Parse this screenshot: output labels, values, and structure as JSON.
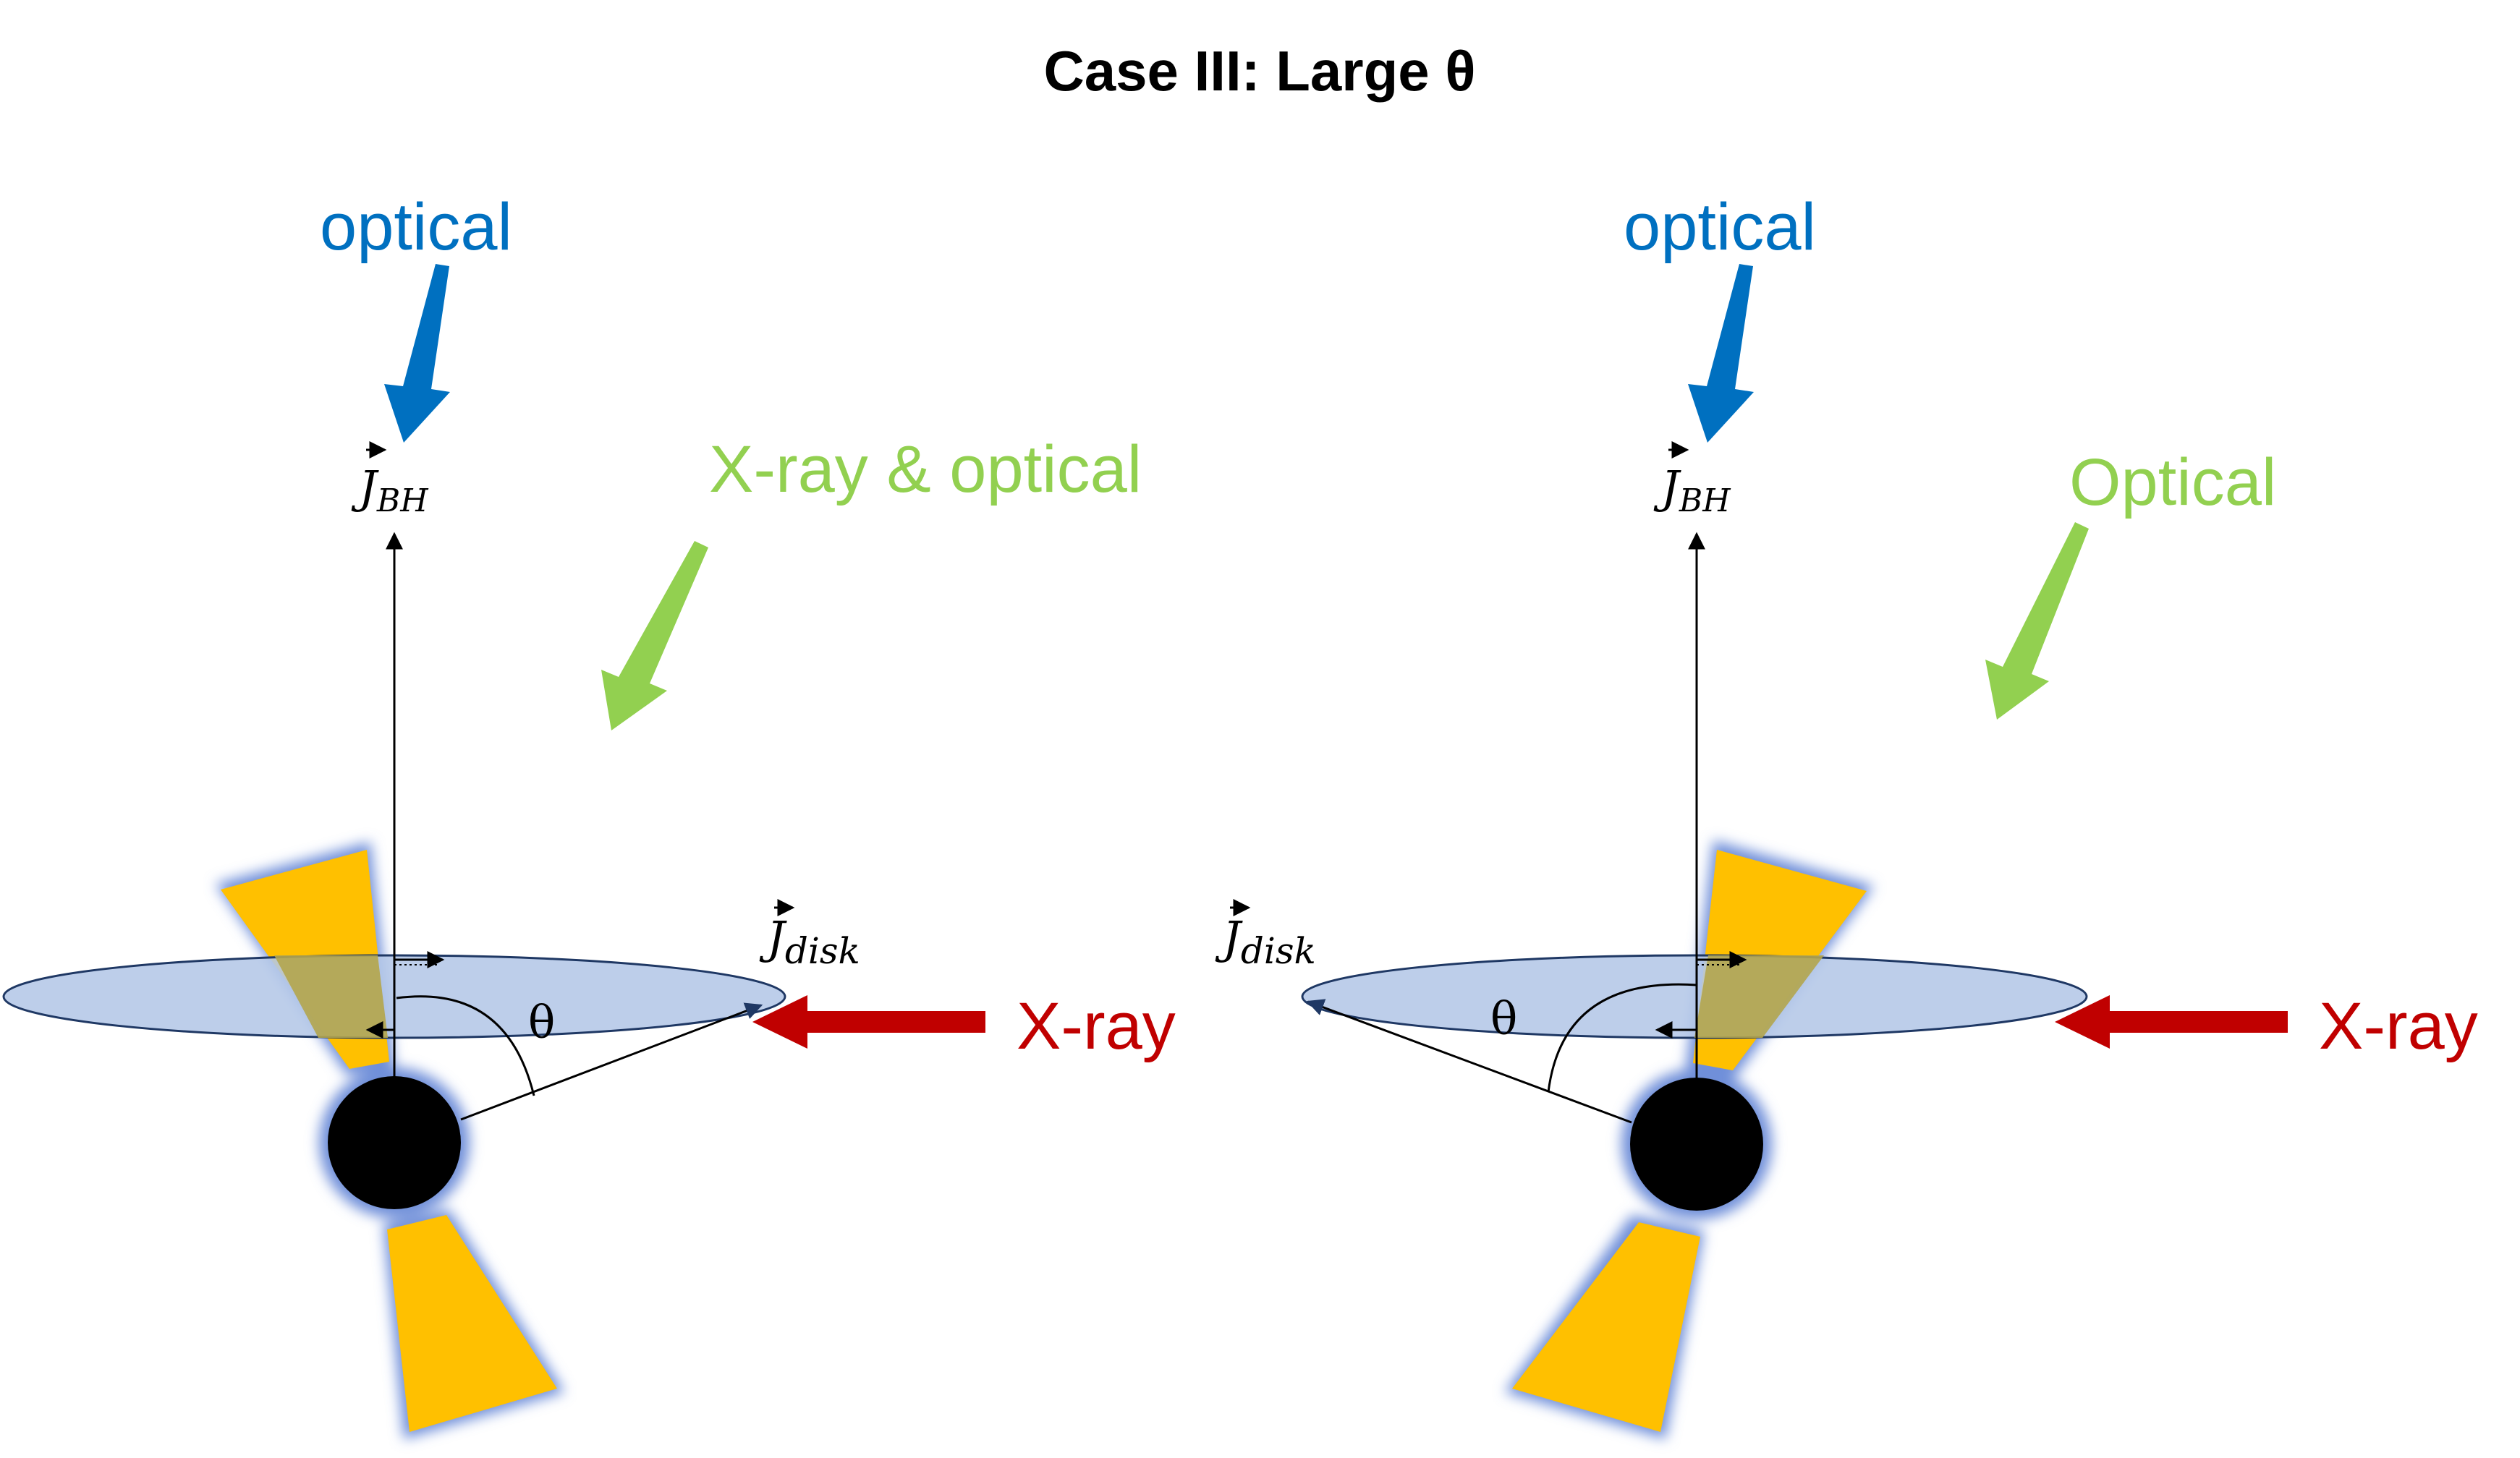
{
  "title": "Case III: Large θ",
  "colors": {
    "optical": "#0070C0",
    "green": "#92D050",
    "xray": "#C00000",
    "jet": "#FFC000",
    "disk": "#B4C7E7",
    "glow": "#6F8FD9",
    "black_hole": "#000000"
  },
  "left_panel": {
    "optical_label": "optical",
    "green_label": "X-ray & optical",
    "xray_label": "X-ray",
    "jbh_label": "J",
    "jbh_sub": "BH",
    "jdisk_label": "J",
    "jdisk_sub": "disk",
    "theta_label": "θ"
  },
  "right_panel": {
    "optical_label": "optical",
    "green_label": "Optical",
    "xray_label": "X-ray",
    "jbh_label": "J",
    "jbh_sub": "BH",
    "jdisk_label": "J",
    "jdisk_sub": "disk",
    "theta_label": "θ"
  }
}
